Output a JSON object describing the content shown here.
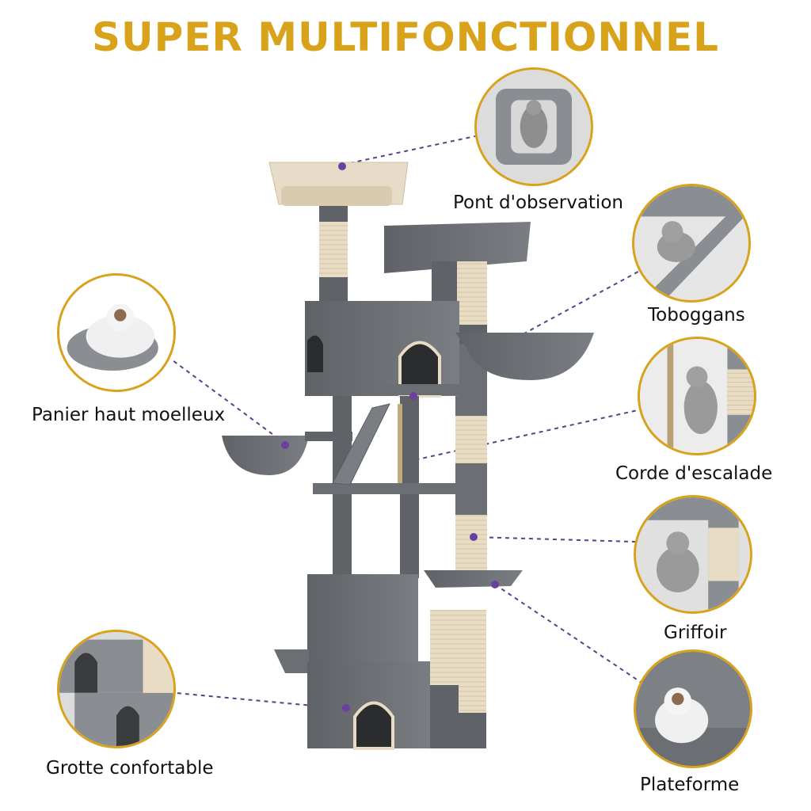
{
  "title": "SUPER MULTIFONCTIONNEL",
  "features": [
    {
      "label": "Pont d'observation",
      "icon": "cat-on-top-platform"
    },
    {
      "label": "Toboggans",
      "icon": "cat-on-ramp"
    },
    {
      "label": "Corde d'escalade",
      "icon": "cat-climbing-rope"
    },
    {
      "label": "Griffoir",
      "icon": "cat-scratching-post"
    },
    {
      "label": "Plateforme",
      "icon": "cat-on-platform"
    },
    {
      "label": "Panier haut moelleux",
      "icon": "cat-in-basket"
    },
    {
      "label": "Grotte confortable",
      "icon": "cat-in-cave"
    }
  ],
  "colors": {
    "accent": "#d9a21b",
    "plush": "#6b6e73",
    "sisal": "#e8dcc4",
    "leader_line": "#5b3f8c"
  }
}
